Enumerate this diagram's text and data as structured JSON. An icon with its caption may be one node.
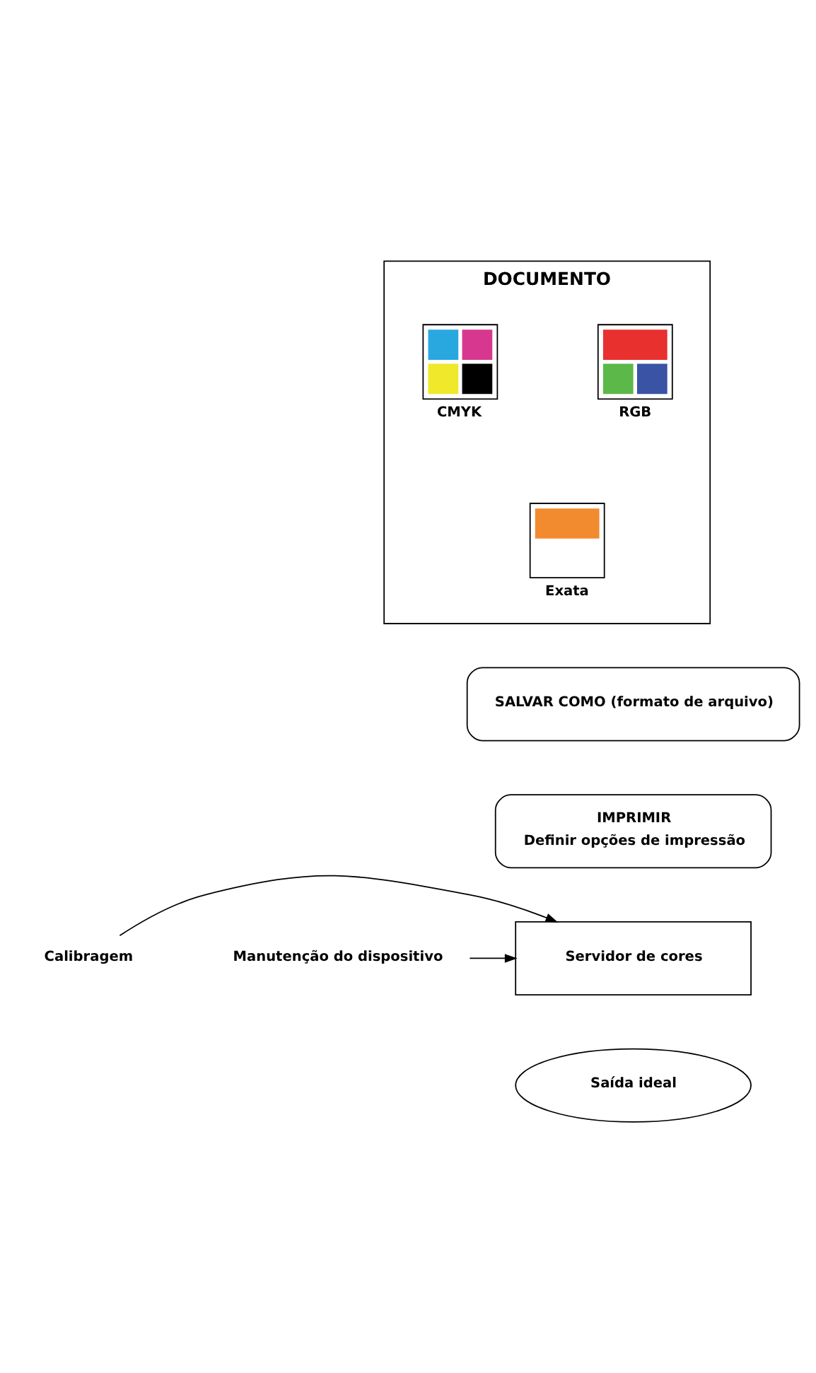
{
  "diagram": {
    "nodes": [
      {
        "text": [
          "DOCUMENTO"
        ]
      },
      {
        "text": [
          "RGB"
        ],
        "in": 0
      },
      {
        "text": [
          "CMYK"
        ],
        "in": 0
      },
      {
        "text": [
          "Exata"
        ],
        "in": 0
      },
      {
        "text": [
          "SALVAR COMO (formato de arquivo)"
        ]
      },
      {
        "text": [
          "IMPRIMIR",
          "Definir opções de impressão"
        ]
      },
      {
        "text": [
          "Servidor de cores"
        ]
      },
      {
        "text": [
          "Calibragem"
        ]
      },
      {
        "text": [
          "Manutenção do dispositivo"
        ]
      },
      {
        "text": [
          "Saída ideal"
        ]
      }
    ],
    "edges": [
      {
        "from": 7,
        "to": 6,
        "arrow": "to"
      },
      {
        "from": 8,
        "to": 6,
        "arrow": "to"
      }
    ]
  }
}
